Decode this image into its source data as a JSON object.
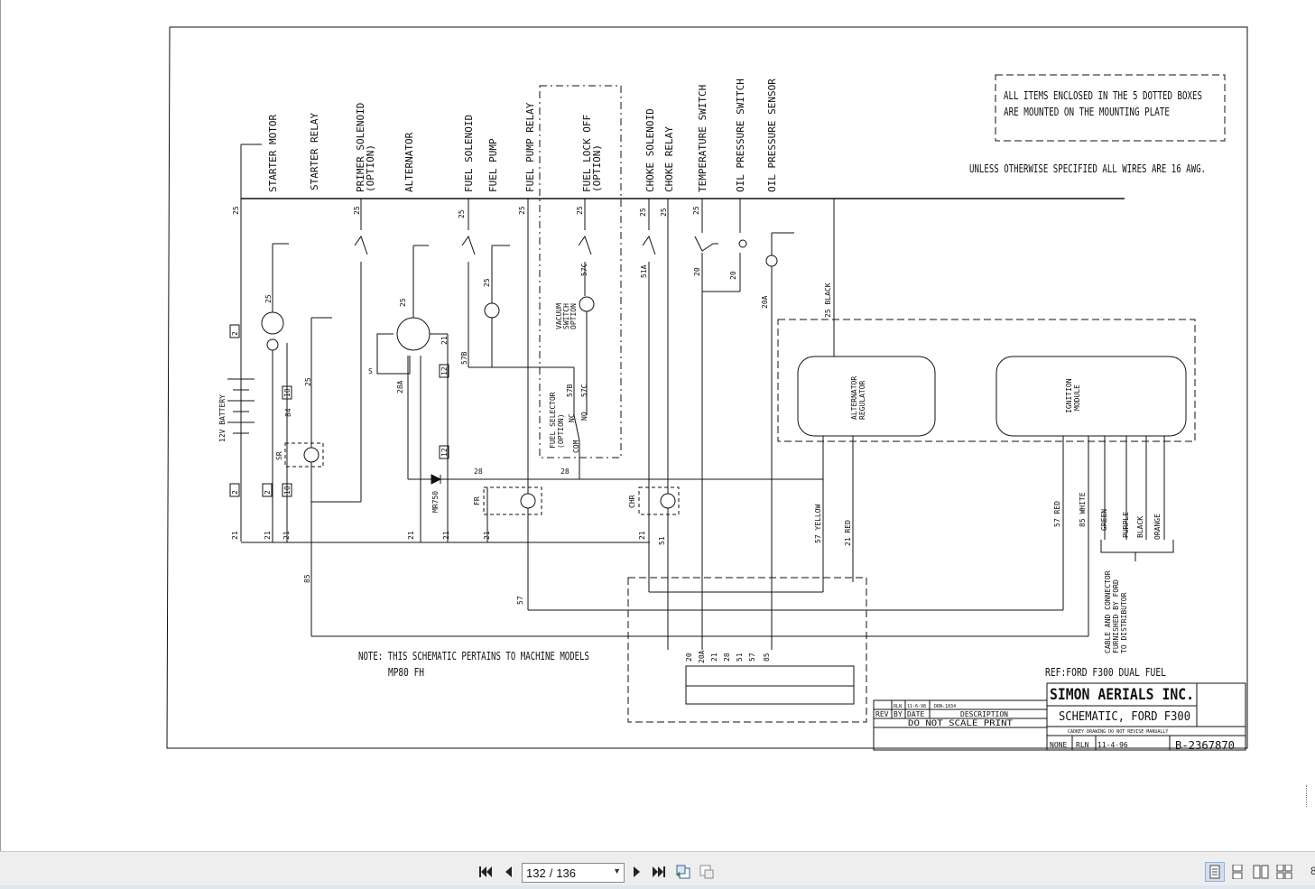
{
  "drawing": {
    "components": [
      "STARTER MOTOR",
      "STARTER RELAY",
      "PRIMER SOLENOID",
      "(OPTION)",
      "ALTERNATOR",
      "FUEL SOLENOID",
      "FUEL PUMP",
      "FUEL PUMP RELAY",
      "FUEL LOCK OFF",
      "(OPTION)",
      "CHOKE SOLENOID",
      "CHOKE RELAY",
      "TEMPERATURE SWITCH",
      "OIL PRESSURE SWITCH",
      "OIL PRESSURE SENSOR"
    ],
    "notes": {
      "dotted_box_1": "ALL ITEMS ENCLOSED IN THE 5 DOTTED BOXES",
      "dotted_box_2": "ARE MOUNTED ON THE MOUNTING PLATE",
      "wires": "UNLESS OTHERWISE SPECIFIED ALL WIRES ARE 16 AWG.",
      "machine_1": "NOTE: THIS SCHEMATIC PERTAINS TO MACHINE MODELS",
      "machine_2": "MP80 FH",
      "ref": "REF:FORD F300 DUAL FUEL",
      "cable_1": "CABLE AND CONNECTOR",
      "cable_2": "FURNISHED BY FORD",
      "cable_3": "TO DISTRIBUTOR"
    },
    "battery": "12V BATTERY",
    "fuel_selector": [
      "FUEL SELECTOR",
      "(OPTION)"
    ],
    "vacuum_switch": [
      "VACUUM",
      "SWITCH",
      "OPTION"
    ],
    "alternator_regulator": [
      "ALTERNATOR",
      "REGULATOR"
    ],
    "ignition_module": [
      "IGNITION",
      "MODULE"
    ],
    "diode": "MR750",
    "relay_labels": {
      "sr": "SR",
      "fr": "FR",
      "chr": "CHR"
    },
    "wire_labels": {
      "top_bus": [
        "25",
        "25",
        "25",
        "25",
        "25",
        "25",
        "25",
        "25"
      ],
      "black": "25 BLACK",
      "yellow": "57 YELLOW",
      "red_21": "21 RED",
      "red_57": "57 RED",
      "white": "85 WHITE",
      "green": "GREEN",
      "purple": "PURPLE",
      "black_lead": "BLACK",
      "orange": "ORANGE",
      "misc": [
        "21",
        "21",
        "21",
        "21",
        "21",
        "21",
        "21",
        "21",
        "28",
        "28",
        "28A",
        "20A",
        "20",
        "20",
        "57B",
        "57B",
        "57C",
        "57C",
        "51A",
        "51",
        "85",
        "57",
        "84",
        "25",
        "25",
        "25",
        "25",
        "S",
        "NC",
        "NO",
        "COM"
      ]
    },
    "boxed_numbers": [
      "2",
      "10",
      "12",
      "12",
      "2",
      "2",
      "10"
    ],
    "terminal_strip": [
      "20",
      "20A",
      "21",
      "28",
      "51",
      "57",
      "85"
    ],
    "title_block": {
      "company": "SIMON AERIALS INC.",
      "title": "SCHEMATIC, FORD F300",
      "do_not_scale": "DO NOT SCALE PRINT",
      "cad_note": "CADKEY DRAWING DO NOT REVISE MANUALLY",
      "rev": "REV",
      "by": "BY",
      "date": "DATE",
      "description": "DESCRIPTION",
      "rev_row": [
        "RLN",
        "11-6-98",
        "DRN-1834"
      ],
      "scale": "NONE",
      "drawn_by": "RLN",
      "drawn_date": "11-4-96",
      "drawing_no": "B-2367870"
    }
  },
  "toolbar": {
    "current_page": "132",
    "separator": "/",
    "total_pages": "136",
    "overflow": "8"
  },
  "colors": {
    "toolbar_bg": "#eeeeee",
    "active_view": "#cfe0f3"
  },
  "icons": [
    "first-page-icon",
    "previous-page-icon",
    "next-page-icon",
    "last-page-icon",
    "go-back-view-icon",
    "go-forward-view-icon",
    "single-page-icon",
    "continuous-page-icon",
    "facing-pages-icon",
    "continuous-facing-icon"
  ]
}
